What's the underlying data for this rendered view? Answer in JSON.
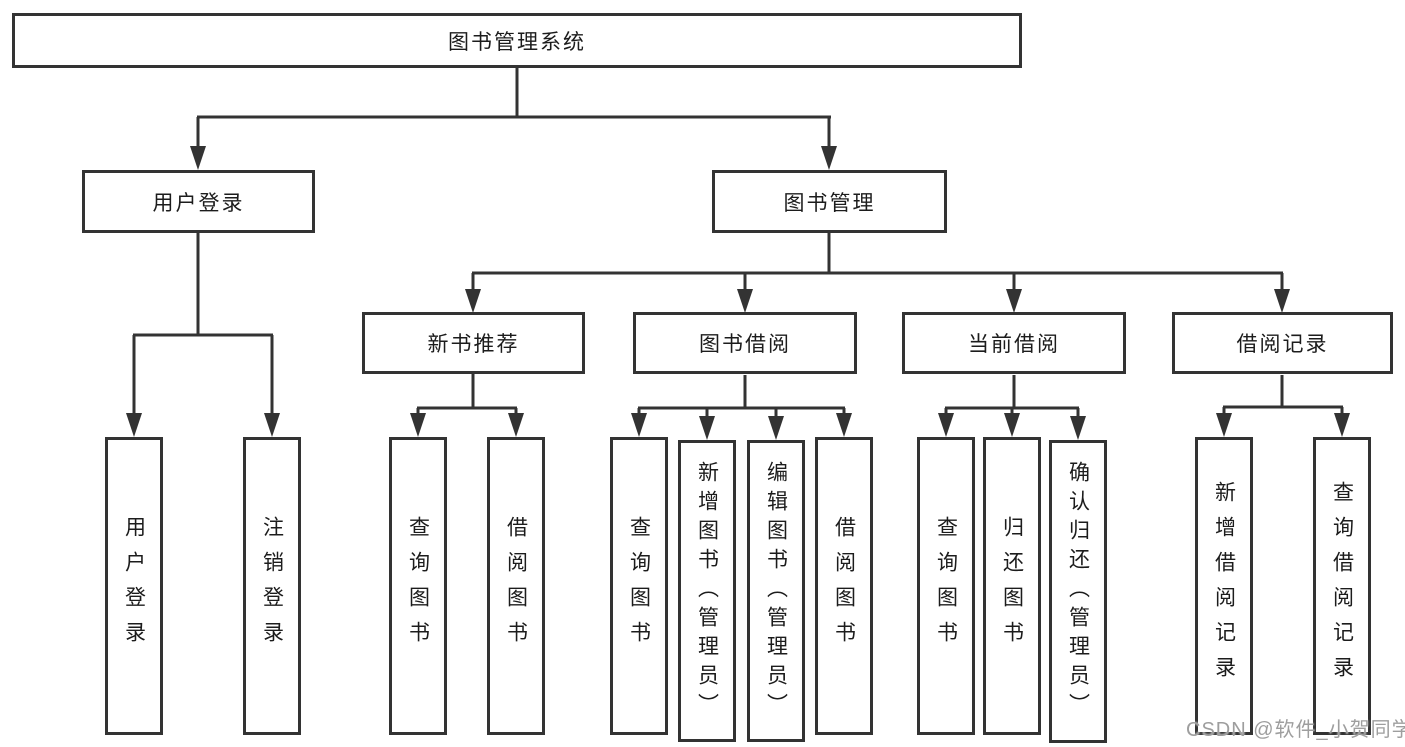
{
  "colors": {
    "line": "#333333",
    "box_border": "#333333",
    "box_background": "#ffffff",
    "text": "#1c1c1c",
    "watermark": "#9e9e9e"
  },
  "nodes": {
    "root": "图书管理系统",
    "user_login": "用户登录",
    "book_mgmt": "图书管理",
    "new_book": "新书推荐",
    "book_borrow": "图书借阅",
    "current_borrow": "当前借阅",
    "borrow_records": "借阅记录",
    "leaf_user_login": "用户登录",
    "leaf_logout": "注销登录",
    "nb_query": "查询图书",
    "nb_borrow": "借阅图书",
    "bb_query": "查询图书",
    "bb_add": "新增图书（管理员）",
    "bb_edit": "编辑图书（管理员）",
    "bb_borrow": "借阅图书",
    "cb_query": "查询图书",
    "cb_return": "归还图书",
    "cb_confirm": "确认归还（管理员）",
    "br_add": "新增借阅记录",
    "br_query": "查询借阅记录"
  },
  "edges": {
    "root": [
      "user_login",
      "book_mgmt"
    ],
    "user_login": [
      "leaf_user_login",
      "leaf_logout"
    ],
    "book_mgmt": [
      "new_book",
      "book_borrow",
      "current_borrow",
      "borrow_records"
    ],
    "new_book": [
      "nb_query",
      "nb_borrow"
    ],
    "book_borrow": [
      "bb_query",
      "bb_add",
      "bb_edit",
      "bb_borrow"
    ],
    "current_borrow": [
      "cb_query",
      "cb_return",
      "cb_confirm"
    ],
    "borrow_records": [
      "br_add",
      "br_query"
    ]
  },
  "watermark": "CSDN @软件_小贺同学"
}
